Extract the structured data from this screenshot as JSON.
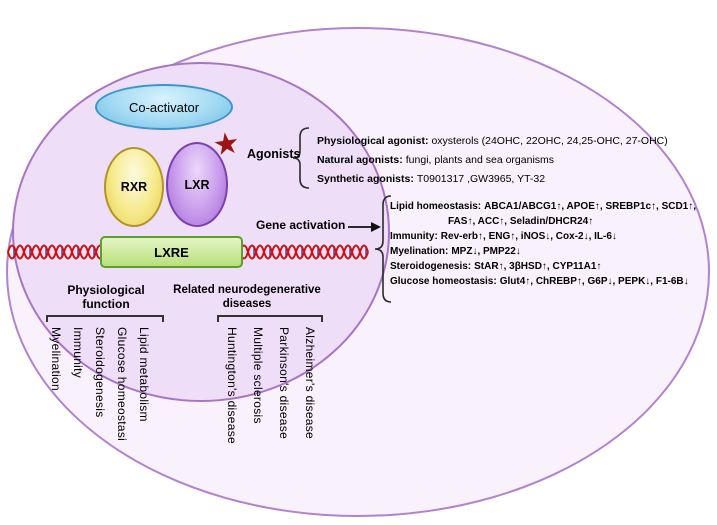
{
  "diagram": {
    "coactivator": "Co-activator",
    "rxr": "RXR",
    "lxr": "LXR",
    "lxre": "LXRE",
    "agonists_label": "Agonists",
    "gene_activation_label": "Gene activation",
    "icons": {
      "agonist_star": "★"
    },
    "agonists": [
      {
        "prefix": "Physiological agonist:",
        "text": "oxysterols (24OHC, 22OHC, 24,25-OHC, 27-OHC)"
      },
      {
        "prefix": "Natural agonists:",
        "text": "fungi, plants and sea organisms"
      },
      {
        "prefix": "Synthetic agonists:",
        "text": "T0901317 ,GW3965, YT-32"
      }
    ],
    "gene_targets": [
      {
        "prefix": "Lipid homeostasis:",
        "text": "ABCA1/ABCG1↑, APOE↑, SREBP1c↑, SCD1↑, FAS↑, ACC↑, Seladin/DHCR24↑"
      },
      {
        "prefix": "Immunity:",
        "text": "Rev-erb↑, ENG↑, iNOS↓, Cox-2↓, IL-6↓"
      },
      {
        "prefix": "Myelination:",
        "text": "MPZ↓, PMP22↓"
      },
      {
        "prefix": "Steroidogenesis:",
        "text": "StAR↑, 3βHSD↑, CYP11A1↑"
      },
      {
        "prefix": "Glucose homeostasis:",
        "text": "Glut4↑, ChREBP↑, G6P↓, PEPK↓, F1-6B↓"
      }
    ],
    "physiological": {
      "title": "Physiological function",
      "items": [
        "Myelination",
        "Immunity",
        "Steroidogenesis",
        "Glucose homeostasi",
        "Lipid metabolism"
      ]
    },
    "diseases": {
      "title": "Related neurodegenerative diseases",
      "items": [
        "Huntington's disease",
        "Multiple sclerosis",
        "Parkinson's disease",
        "Alzheimer's disease"
      ]
    },
    "colors": {
      "membrane_stroke": "#b183cc",
      "nucleus_stroke": "#a875c4",
      "coactivator_fill": "#a2daf3",
      "rxr_fill": "#f6ea8c",
      "lxr_fill": "#c89bec",
      "lxre_fill": "#c7e593",
      "dna": "#cc1111",
      "star": "#9e1414"
    }
  }
}
